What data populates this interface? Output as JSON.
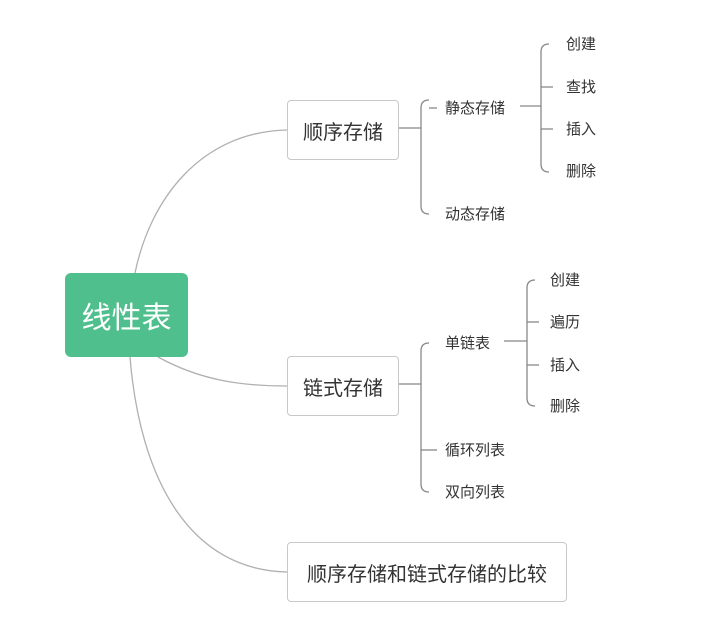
{
  "root": {
    "label": "线性表",
    "color": "#4fc08d"
  },
  "branches": [
    {
      "label": "顺序存储",
      "children": [
        {
          "label": "静态存储",
          "children": [
            "创建",
            "查找",
            "插入",
            "删除"
          ]
        },
        {
          "label": "动态存储"
        }
      ]
    },
    {
      "label": "链式存储",
      "children": [
        {
          "label": "单链表",
          "children": [
            "创建",
            "遍历",
            "插入",
            "删除"
          ]
        },
        {
          "label": "循环列表"
        },
        {
          "label": "双向列表"
        }
      ]
    },
    {
      "label": "顺序存储和链式存储的比较"
    }
  ],
  "colors": {
    "curve": "#b0b0b0",
    "bracket": "#888888"
  }
}
